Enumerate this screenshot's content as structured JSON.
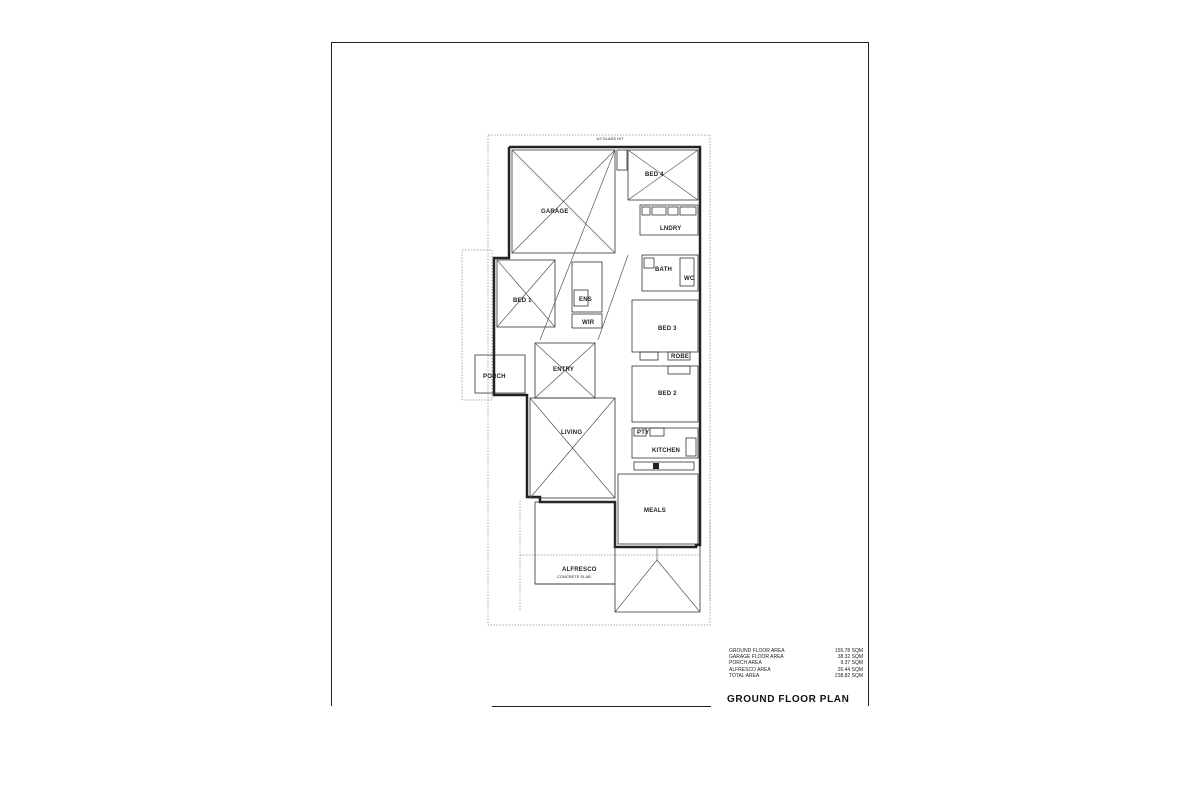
{
  "plan": {
    "title": "GROUND FLOOR PLAN",
    "rooms": {
      "garage": "GARAGE",
      "bed4": "BED 4",
      "bed1": "BED 1",
      "bed3": "BED 3",
      "bed2": "BED 2",
      "porch": "PORCH",
      "entry": "ENTRY",
      "living": "LIVING",
      "kitchen": "KITCHEN",
      "meals": "MEALS",
      "alfresco": "ALFRESCO",
      "bath": "BATH",
      "lndry": "LNDRY",
      "wir": "WIR",
      "ens": "ENS",
      "wc": "WC",
      "ptry": "PTY",
      "robe": "ROBE"
    },
    "notes": {
      "glass": "1/2 GLASS H/T",
      "alfresco_slab": "CONCRETE SLAB"
    }
  },
  "areas": [
    {
      "label": "GROUND FLOOR AREA",
      "value": "155.78 SQM"
    },
    {
      "label": "GARAGE FLOOR AREA",
      "value": "38.32 SQM"
    },
    {
      "label": "PORCH AREA",
      "value": "9.37 SQM"
    },
    {
      "label": "ALFRESCO AREA",
      "value": "26.44 SQM"
    },
    {
      "label": "TOTAL AREA",
      "value": "238.82 SQM"
    }
  ]
}
